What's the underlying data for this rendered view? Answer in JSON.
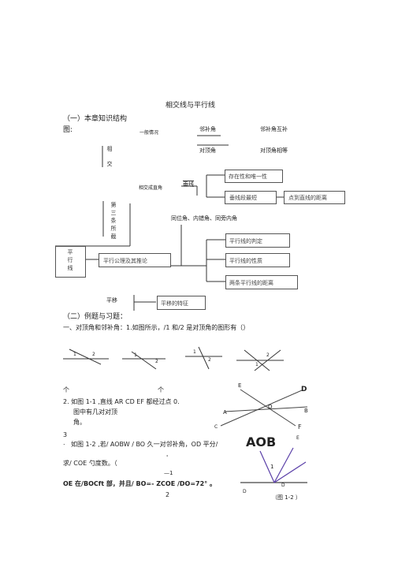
{
  "doc": {
    "title": "相交线与平行线",
    "section1": "（一）本章知识结构",
    "section1_cont": "图:",
    "diagram": {
      "general_case": "一般情况",
      "adjacent_supp": "邻补角",
      "adjacent_supp_prop": "邻补角互补",
      "vertical": "对顶角",
      "vertical_prop": "对顶角相等",
      "intersect_chars": [
        "相",
        "交"
      ],
      "intersect_right": "相交成直角",
      "perpendicular": "垂线",
      "exist_unique": "存在性和唯一性",
      "shortest": "垂线段最短",
      "point_line_dist": "点到直线的距离",
      "third_line_chars": [
        "第",
        "三",
        "条",
        "所",
        "截"
      ],
      "angles": "同位角、内错角、同旁内角",
      "parallel_chars": [
        "平",
        "行",
        "线"
      ],
      "axiom": "平行公理及其推论",
      "judgement": "平行线的判定",
      "properties": "平行线的性质",
      "parallel_dist": "两条平行线的距离",
      "translation": "平移",
      "translation_feature": "平移的特征"
    },
    "section2": "（二）例题与习题：",
    "q1": "一、对顶角和邻补角：1.如图所示，/1 和/2 是对顶角的图形有（）",
    "fig_labels": {
      "one": "1",
      "two": "2",
      "E": "E",
      "D": "D",
      "O": "O",
      "A": "A",
      "B": "B",
      "C": "C",
      "F": "F"
    },
    "ge_left": "个",
    "ge_mid": "个",
    "q2_line1": "2. 如图 1-1 ,直线 AR CD EF 都经过点 0.",
    "q2_line2": "图中有几对对顶",
    "q2_line3": "角。",
    "q3_num": "3",
    "q3_dot": ".",
    "q3_line1": "如图 1-2 ,若/ AOBW / BO 久一对邻补角，OD 平分/",
    "q3_aob": "AOB",
    "q3_e": "E",
    "q3_line2": "求/ COE 勺度数。（",
    "q3_tick": "'",
    "q3_one": "—1",
    "q3_line3": "OE 在/BOCft 部，并且/ BO=- ZCOE /DO=72° 。",
    "q3_two": "2",
    "q3_d1": "D",
    "q3_d2": "D",
    "fig_caption": "（图 1-2 ）",
    "c_label": "C"
  }
}
